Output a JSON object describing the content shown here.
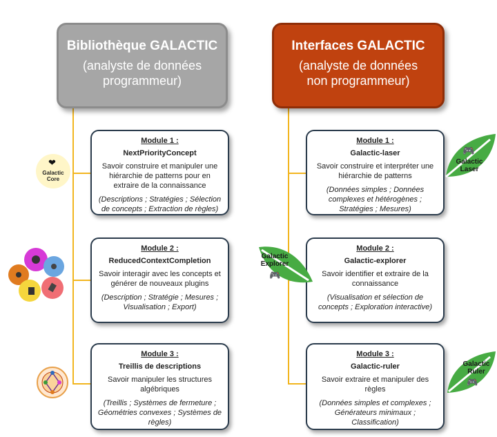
{
  "left": {
    "title": "Bibliothèque GALACTIC",
    "subtitle_line1": "(analyste de données",
    "subtitle_line2": "programmeur)",
    "modules": [
      {
        "heading": "Module 1 :",
        "name": "NextPriorityConcept",
        "desc": [
          "Savoir construire et manipuler une",
          "hiérarchie de patterns pour en",
          "extraire de la connaissance"
        ],
        "details": [
          "(Descriptions ; Stratégies ; Sélection",
          "de concepts ; Extraction de règles)"
        ]
      },
      {
        "heading": "Module 2 :",
        "name": "ReducedContextCompletion",
        "desc": [
          "Savoir interagir avec les concepts et",
          "générer de nouveaux plugins"
        ],
        "details": [
          "(Description ; Stratégie ; Mesures ;",
          "Visualisation ; Export)"
        ]
      },
      {
        "heading": "Module 3 :",
        "name": "Treillis de descriptions",
        "desc": [
          "Savoir manipuler les structures",
          "algébriques"
        ],
        "details": [
          "(Treillis ; Systèmes de fermeture ;",
          "Géométries convexes ; Systèmes de",
          "règles)"
        ]
      }
    ]
  },
  "right": {
    "title": "Interfaces GALACTIC",
    "subtitle_line1": "(analyste de données",
    "subtitle_line2": "non programmeur)",
    "modules": [
      {
        "heading": "Module 1 :",
        "name": "Galactic-laser",
        "desc": [
          "Savoir construire et interpréter une",
          "hiérarchie de patterns"
        ],
        "details": [
          "(Données simples ; Données",
          "complexes et hétérogènes ;",
          "Stratégies ; Mesures)"
        ]
      },
      {
        "heading": "Module 2 :",
        "name": "Galactic-explorer",
        "desc": [
          "Savoir identifier et extraire de la",
          "connaissance"
        ],
        "details": [
          "(Visualisation et sélection de",
          "concepts ; Exploration interactive)"
        ]
      },
      {
        "heading": "Module 3 :",
        "name": "Galactic-ruler",
        "desc": [
          "Savoir extraire et manipuler des",
          "règles"
        ],
        "details": [
          "(Données simples et complexes ;",
          "Générateurs minimaux ;",
          "Classification)"
        ]
      }
    ]
  },
  "icons": {
    "core_line1": "Galactic",
    "core_line2": "Core",
    "laser_line1": "Galactic",
    "laser_line2": "Laser",
    "explorer_line1": "Galactic",
    "explorer_line2": "Explorer",
    "ruler_line1": "Galactic",
    "ruler_line2": "Ruler",
    "leaf_color": "#47ab43",
    "line_color": "#f2b51e"
  }
}
